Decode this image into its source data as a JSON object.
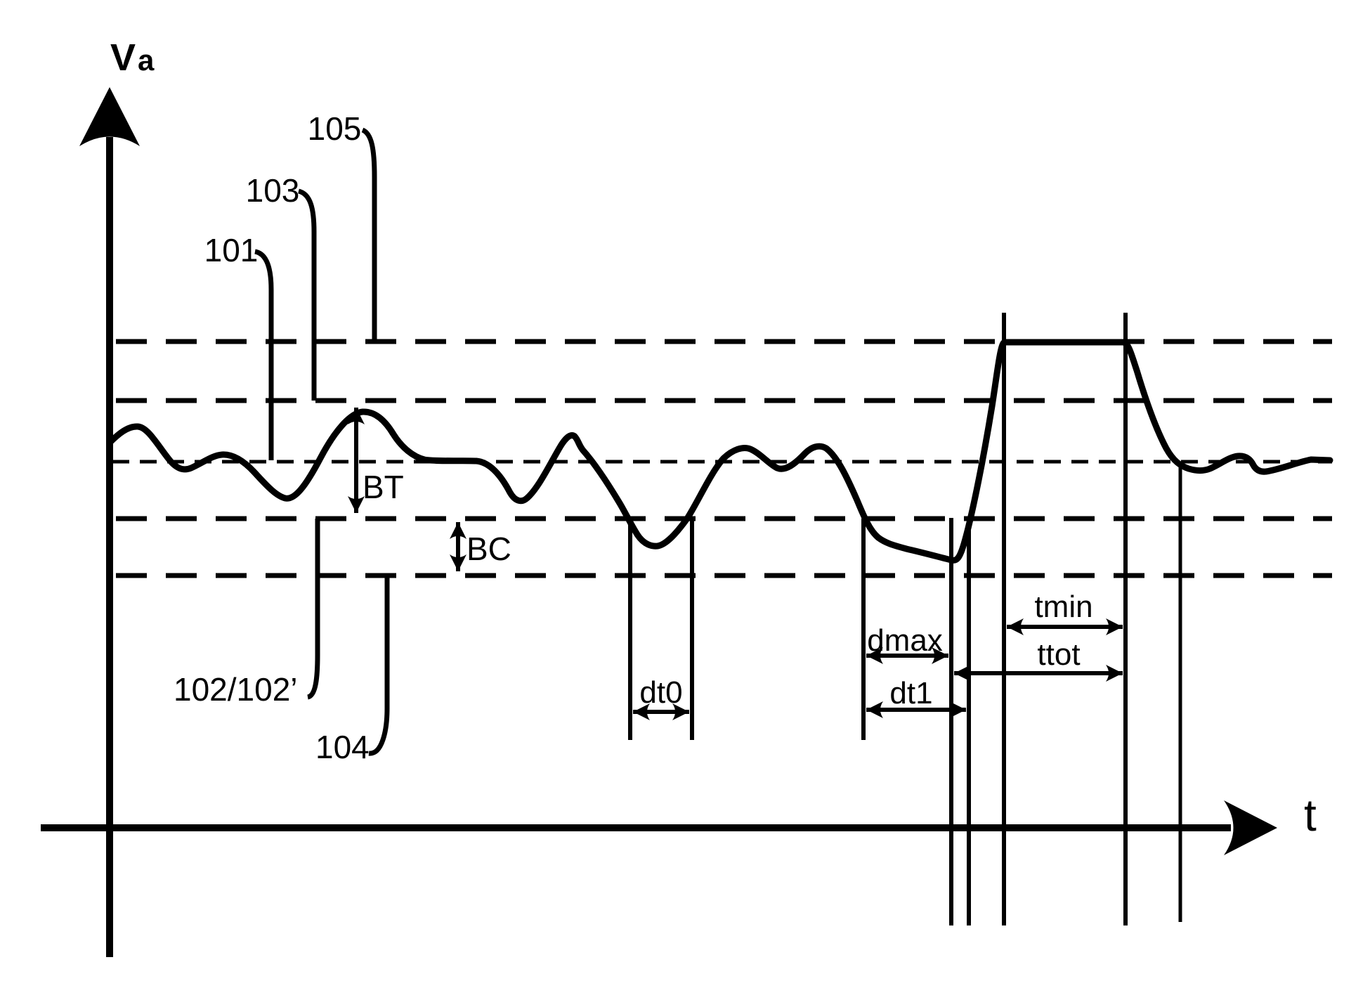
{
  "figure": {
    "type": "signal-timing-diagram",
    "background_color": "#ffffff",
    "ink_color": "#000000",
    "description": "Signal amplitude Va over time t with dashed threshold levels and timing measurements",
    "threshold_levels_top_to_bottom": [
      "105",
      "103",
      "101",
      "102/102’",
      "104"
    ],
    "measurements": [
      "BT",
      "BC",
      "dt0",
      "dmax",
      "dt1",
      "tmin",
      "ttot"
    ]
  },
  "labels": {
    "va_main": "V",
    "va_sub": "a",
    "t_axis": "t",
    "r105": "105",
    "r103": "103",
    "r101": "101",
    "r102": "102/102’",
    "r104": "104",
    "bt": "BT",
    "bc": "BC",
    "dt0": "dt0",
    "dmax": "dmax",
    "dt1": "dt1",
    "tmin": "tmin",
    "ttot": "ttot"
  }
}
